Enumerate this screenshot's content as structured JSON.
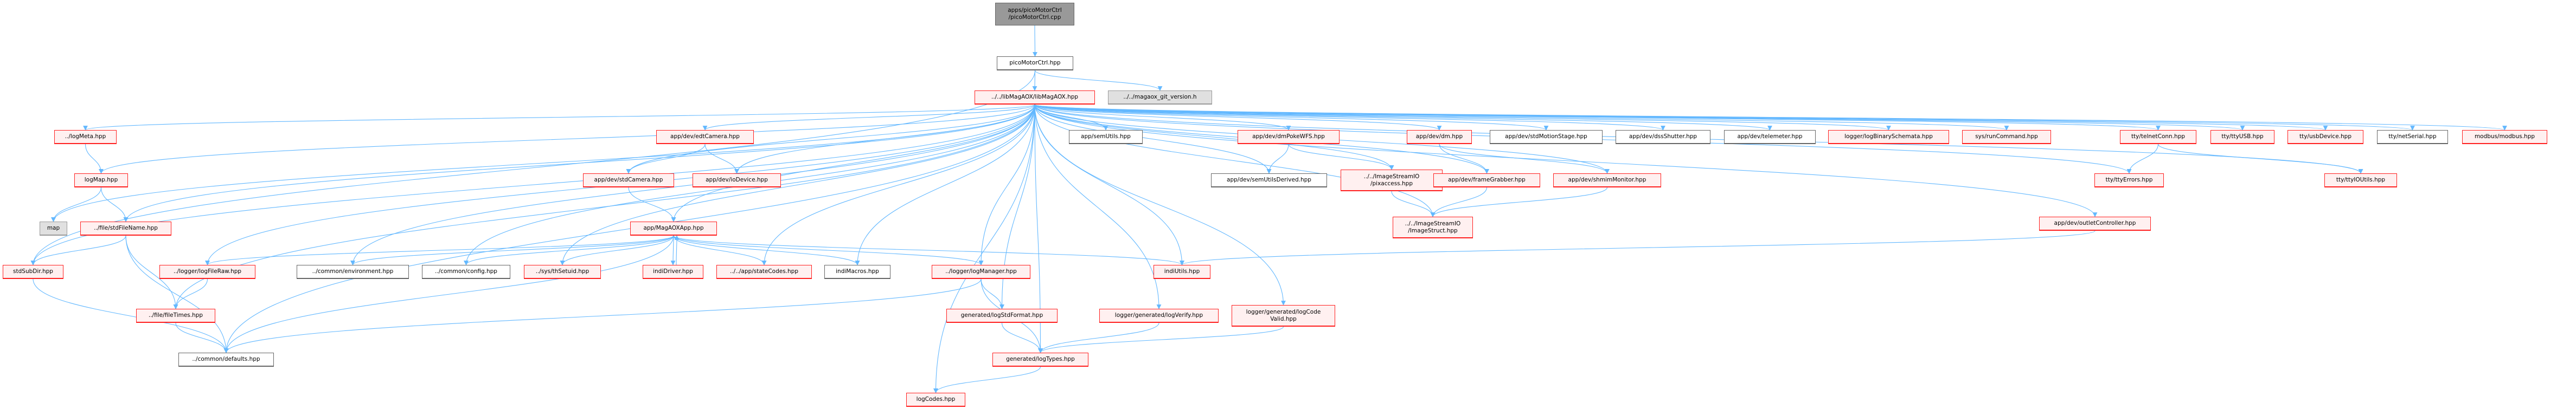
{
  "title": "Include dependency graph for apps/picoMotorCtrl/picoMotorCtrl.cpp",
  "colors": {
    "edge": "#63b8ff",
    "node_red_fill": "#fff0f0",
    "node_red_border": "#ff2020",
    "node_plain_border": "#666666",
    "node_gray_fill": "#e0e0e0",
    "root_fill": "#999999"
  },
  "nodes": [
    {
      "id": "root",
      "label": "apps/picoMotorCtrl\n/picoMotorCtrl.cpp",
      "style": "root"
    },
    {
      "id": "pmc",
      "label": "picoMotorCtrl.hpp",
      "style": "plain"
    },
    {
      "id": "lib",
      "label": "../../libMagAOX/libMagAOX.hpp",
      "style": "red"
    },
    {
      "id": "git",
      "label": "../../magaox_git_version.h",
      "style": "gray"
    },
    {
      "id": "logMeta",
      "label": "../logMeta.hpp",
      "style": "red"
    },
    {
      "id": "edtCamera",
      "label": "app/dev/edtCamera.hpp",
      "style": "red"
    },
    {
      "id": "semUtils",
      "label": "app/semUtils.hpp",
      "style": "plain"
    },
    {
      "id": "dmPokeWFS",
      "label": "app/dev/dmPokeWFS.hpp",
      "style": "red"
    },
    {
      "id": "dm",
      "label": "app/dev/dm.hpp",
      "style": "red"
    },
    {
      "id": "stdMotionStage",
      "label": "app/dev/stdMotionStage.hpp",
      "style": "plain"
    },
    {
      "id": "dssShutter",
      "label": "app/dev/dssShutter.hpp",
      "style": "plain"
    },
    {
      "id": "telemeter",
      "label": "app/dev/telemeter.hpp",
      "style": "plain"
    },
    {
      "id": "logBinarySchemata",
      "label": "logger/logBinarySchemata.hpp",
      "style": "red"
    },
    {
      "id": "runCommand",
      "label": "sys/runCommand.hpp",
      "style": "red"
    },
    {
      "id": "telnetConn",
      "label": "tty/telnetConn.hpp",
      "style": "red"
    },
    {
      "id": "ttyUSB",
      "label": "tty/ttyUSB.hpp",
      "style": "red"
    },
    {
      "id": "usbDevice",
      "label": "tty/usbDevice.hpp",
      "style": "red"
    },
    {
      "id": "netSerial",
      "label": "tty/netSerial.hpp",
      "style": "plain"
    },
    {
      "id": "modbus",
      "label": "modbus/modbus.hpp",
      "style": "red"
    },
    {
      "id": "logMap",
      "label": "logMap.hpp",
      "style": "red"
    },
    {
      "id": "stdCamera",
      "label": "app/dev/stdCamera.hpp",
      "style": "red"
    },
    {
      "id": "ioDevice",
      "label": "app/dev/ioDevice.hpp",
      "style": "red"
    },
    {
      "id": "semUtilsDerived",
      "label": "app/dev/semUtilsDerived.hpp",
      "style": "plain"
    },
    {
      "id": "pixaccess",
      "label": "../../ImageStreamIO\n/pixaccess.hpp",
      "style": "red"
    },
    {
      "id": "frameGrabber",
      "label": "app/dev/frameGrabber.hpp",
      "style": "red"
    },
    {
      "id": "shmimMonitor",
      "label": "app/dev/shmimMonitor.hpp",
      "style": "red"
    },
    {
      "id": "ttyErrors",
      "label": "tty/ttyErrors.hpp",
      "style": "red"
    },
    {
      "id": "ttyIOUtils",
      "label": "tty/ttyIOUtils.hpp",
      "style": "red"
    },
    {
      "id": "map",
      "label": "map",
      "style": "gray"
    },
    {
      "id": "stdFileName",
      "label": "../file/stdFileName.hpp",
      "style": "red"
    },
    {
      "id": "MagAOXApp",
      "label": "app/MagAOXApp.hpp",
      "style": "red"
    },
    {
      "id": "ImageStruct",
      "label": "../../ImageStreamIO\n/ImageStruct.hpp",
      "style": "red"
    },
    {
      "id": "outletController",
      "label": "app/dev/outletController.hpp",
      "style": "red"
    },
    {
      "id": "stdSubDir",
      "label": "stdSubDir.hpp",
      "style": "red"
    },
    {
      "id": "logFileRaw",
      "label": "../logger/logFileRaw.hpp",
      "style": "red"
    },
    {
      "id": "environment",
      "label": "../common/environment.hpp",
      "style": "plain"
    },
    {
      "id": "config",
      "label": "../common/config.hpp",
      "style": "plain"
    },
    {
      "id": "thSetuid",
      "label": "../sys/thSetuid.hpp",
      "style": "red"
    },
    {
      "id": "indiDriver",
      "label": "indiDriver.hpp",
      "style": "red"
    },
    {
      "id": "stateCodes",
      "label": "../../app/stateCodes.hpp",
      "style": "red"
    },
    {
      "id": "indiMacros",
      "label": "indiMacros.hpp",
      "style": "plain"
    },
    {
      "id": "logManager",
      "label": "../logger/logManager.hpp",
      "style": "red"
    },
    {
      "id": "indiUtils",
      "label": "indiUtils.hpp",
      "style": "red"
    },
    {
      "id": "fileTimes",
      "label": "../file/fileTimes.hpp",
      "style": "red"
    },
    {
      "id": "logStdFormat",
      "label": "generated/logStdFormat.hpp",
      "style": "red"
    },
    {
      "id": "logVerify",
      "label": "logger/generated/logVerify.hpp",
      "style": "red"
    },
    {
      "id": "logCodeValid",
      "label": "logger/generated/logCode\nValid.hpp",
      "style": "red"
    },
    {
      "id": "defaults",
      "label": "../common/defaults.hpp",
      "style": "plain"
    },
    {
      "id": "logTypes",
      "label": "generated/logTypes.hpp",
      "style": "red"
    },
    {
      "id": "logCodes",
      "label": "logCodes.hpp",
      "style": "red"
    }
  ],
  "edges": [
    [
      "root",
      "pmc"
    ],
    [
      "pmc",
      "lib"
    ],
    [
      "pmc",
      "git"
    ],
    [
      "pmc",
      "stdSubDir"
    ],
    [
      "lib",
      "logMeta"
    ],
    [
      "lib",
      "logMap"
    ],
    [
      "lib",
      "map"
    ],
    [
      "lib",
      "stdFileName"
    ],
    [
      "lib",
      "stdSubDir"
    ],
    [
      "lib",
      "logFileRaw"
    ],
    [
      "lib",
      "fileTimes"
    ],
    [
      "lib",
      "defaults"
    ],
    [
      "lib",
      "environment"
    ],
    [
      "lib",
      "config"
    ],
    [
      "lib",
      "thSetuid"
    ],
    [
      "lib",
      "stdCamera"
    ],
    [
      "lib",
      "ioDevice"
    ],
    [
      "lib",
      "edtCamera"
    ],
    [
      "lib",
      "MagAOXApp"
    ],
    [
      "lib",
      "stateCodes"
    ],
    [
      "lib",
      "indiMacros"
    ],
    [
      "lib",
      "logManager"
    ],
    [
      "lib",
      "logStdFormat"
    ],
    [
      "lib",
      "logCodes"
    ],
    [
      "lib",
      "logTypes"
    ],
    [
      "lib",
      "semUtils"
    ],
    [
      "lib",
      "indiUtils"
    ],
    [
      "lib",
      "logVerify"
    ],
    [
      "lib",
      "logCodeValid"
    ],
    [
      "lib",
      "semUtilsDerived"
    ],
    [
      "lib",
      "dmPokeWFS"
    ],
    [
      "lib",
      "pixaccess"
    ],
    [
      "lib",
      "ImageStruct"
    ],
    [
      "lib",
      "frameGrabber"
    ],
    [
      "lib",
      "dm"
    ],
    [
      "lib",
      "shmimMonitor"
    ],
    [
      "lib",
      "stdMotionStage"
    ],
    [
      "lib",
      "dssShutter"
    ],
    [
      "lib",
      "telemeter"
    ],
    [
      "lib",
      "logBinarySchemata"
    ],
    [
      "lib",
      "runCommand"
    ],
    [
      "lib",
      "telnetConn"
    ],
    [
      "lib",
      "ttyErrors"
    ],
    [
      "lib",
      "ttyUSB"
    ],
    [
      "lib",
      "usbDevice"
    ],
    [
      "lib",
      "ttyIOUtils"
    ],
    [
      "lib",
      "netSerial"
    ],
    [
      "lib",
      "modbus"
    ],
    [
      "lib",
      "outletController"
    ],
    [
      "logMeta",
      "logMap"
    ],
    [
      "logMap",
      "map"
    ],
    [
      "logMap",
      "stdFileName"
    ],
    [
      "stdFileName",
      "stdSubDir"
    ],
    [
      "stdFileName",
      "fileTimes"
    ],
    [
      "stdFileName",
      "defaults"
    ],
    [
      "stdSubDir",
      "defaults"
    ],
    [
      "logFileRaw",
      "fileTimes"
    ],
    [
      "fileTimes",
      "defaults"
    ],
    [
      "edtCamera",
      "stdCamera"
    ],
    [
      "edtCamera",
      "ioDevice"
    ],
    [
      "stdCamera",
      "MagAOXApp"
    ],
    [
      "MagAOXApp",
      "logFileRaw"
    ],
    [
      "MagAOXApp",
      "environment"
    ],
    [
      "MagAOXApp",
      "config"
    ],
    [
      "MagAOXApp",
      "thSetuid"
    ],
    [
      "MagAOXApp",
      "indiDriver"
    ],
    [
      "indiDriver",
      "MagAOXApp"
    ],
    [
      "MagAOXApp",
      "stateCodes"
    ],
    [
      "MagAOXApp",
      "indiMacros"
    ],
    [
      "MagAOXApp",
      "logManager"
    ],
    [
      "MagAOXApp",
      "indiUtils"
    ],
    [
      "MagAOXApp",
      "defaults"
    ],
    [
      "logManager",
      "defaults"
    ],
    [
      "logManager",
      "logStdFormat"
    ],
    [
      "logManager",
      "logTypes"
    ],
    [
      "logStdFormat",
      "logTypes"
    ],
    [
      "logVerify",
      "logTypes"
    ],
    [
      "logCodeValid",
      "logTypes"
    ],
    [
      "logTypes",
      "logCodes"
    ],
    [
      "dmPokeWFS",
      "semUtilsDerived"
    ],
    [
      "dmPokeWFS",
      "pixaccess"
    ],
    [
      "pixaccess",
      "ImageStruct"
    ],
    [
      "frameGrabber",
      "ImageStruct"
    ],
    [
      "shmimMonitor",
      "ImageStruct"
    ],
    [
      "dm",
      "shmimMonitor"
    ],
    [
      "dm",
      "frameGrabber"
    ],
    [
      "telnetConn",
      "ttyErrors"
    ],
    [
      "telnetConn",
      "ttyIOUtils"
    ],
    [
      "outletController",
      "indiUtils"
    ]
  ]
}
